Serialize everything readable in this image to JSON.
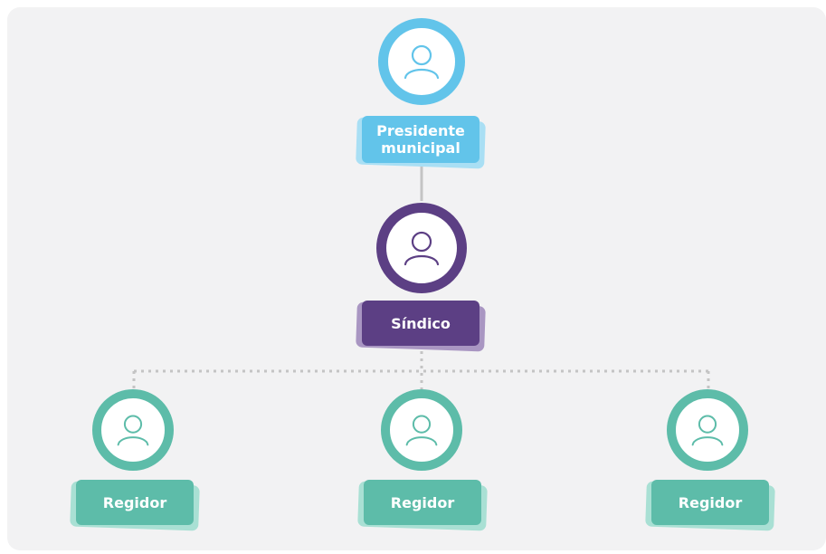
{
  "colors": {
    "presidente": "#62c4ea",
    "presidente_shadow": "#a9dff4",
    "sindico": "#5c3f84",
    "sindico_shadow": "#a996c2",
    "regidor": "#5dbca9",
    "regidor_shadow": "#a9e0d4",
    "connector": "#c4c4c4",
    "background": "#f2f2f3"
  },
  "nodes": {
    "presidente": {
      "label": "Presidente\nmunicipal",
      "icon": "user-icon"
    },
    "sindico": {
      "label": "Síndico",
      "icon": "user-icon"
    },
    "regidores": [
      {
        "label": "Regidor",
        "icon": "user-icon"
      },
      {
        "label": "Regidor",
        "icon": "user-icon"
      },
      {
        "label": "Regidor",
        "icon": "user-icon"
      }
    ]
  }
}
